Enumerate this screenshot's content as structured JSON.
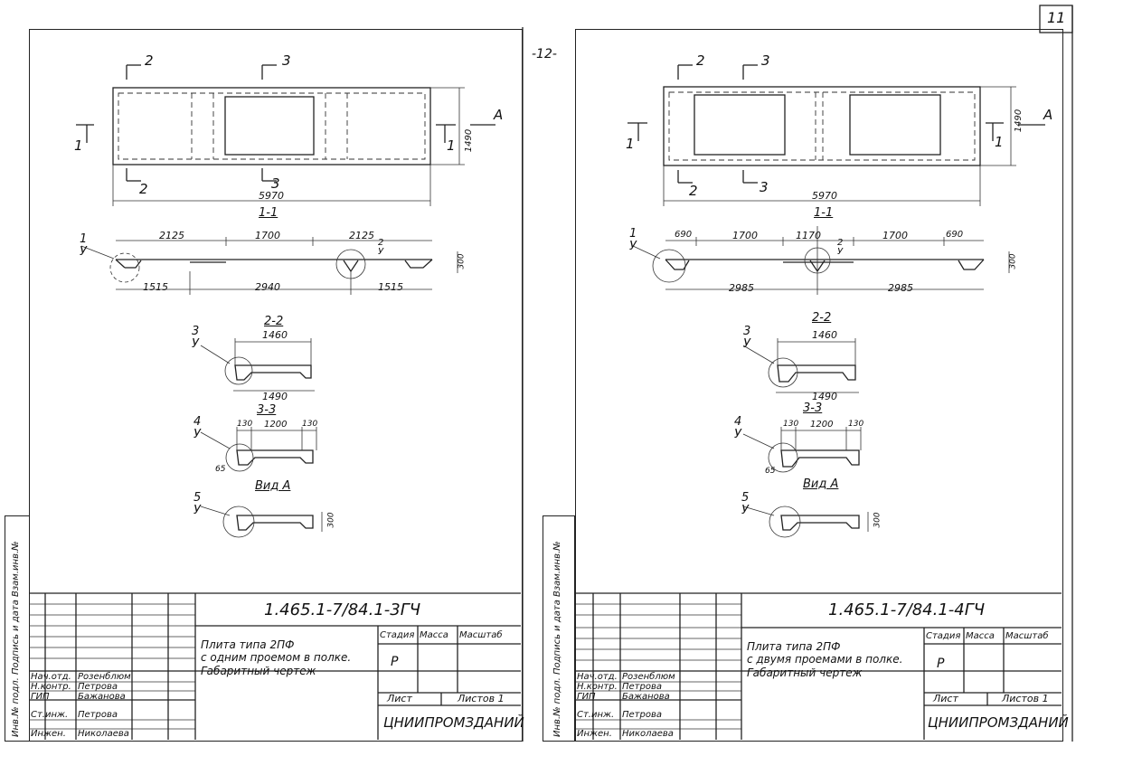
{
  "left_sheet": {
    "doc_code": "1.465.1-7/84.1-3ГЧ",
    "title_lines": [
      "Плита типа 2ПФ",
      "с одним проемом в полке.",
      "Габаритный чертеж"
    ],
    "stage_header": "Стадия",
    "mass_header": "Масса",
    "scale_header": "Масштаб",
    "stage_value": "Р",
    "sheet_label": "Лист",
    "sheets_label": "Листов 1",
    "organization": "ЦНИИПРОМЗДАНИЙ",
    "people": [
      {
        "role": "Нач.отд.",
        "name": "Розенблюм"
      },
      {
        "role": "Н.контр.",
        "name": "Петрова"
      },
      {
        "role": "ГИП",
        "name": "Бажанова"
      },
      {
        "role": "Ст.инж.",
        "name": "Петрова"
      },
      {
        "role": "Инжен.",
        "name": "Николаева"
      }
    ],
    "side_stamp": "Инв.№ подл.   Подпись и дата   Взам.инв.№",
    "dims": {
      "plan_height": "1490",
      "plan_length": "5970",
      "s11_left": "2125",
      "s11_mid": "1700",
      "s11_right": "2125",
      "s11_bot_left": "1515",
      "s11_bot_mid": "2940",
      "s11_bot_right": "1515",
      "s11_height": "300",
      "s22_top": "1460",
      "s22_bot": "1490",
      "s33_a": "130",
      "s33_b": "1200",
      "s33_c": "130",
      "s33_h": "65",
      "viewA_h": "300"
    },
    "labels": {
      "cut1": "1",
      "cut2": "2",
      "cut3": "3",
      "viewA": "А",
      "sec11": "1-1",
      "sec22": "2-2",
      "sec33": "3-3",
      "view_title": "Вид А",
      "node1": "1",
      "node2": "2",
      "node3": "3",
      "node4": "4",
      "node5": "5",
      "node_sub": "У"
    }
  },
  "right_sheet": {
    "page_number": "11",
    "side_page": "-12-",
    "doc_code": "1.465.1-7/84.1-4ГЧ",
    "title_lines": [
      "Плита типа 2ПФ",
      "с двумя проемами в полке.",
      "Габаритный чертеж"
    ],
    "stage_header": "Стадия",
    "mass_header": "Масса",
    "scale_header": "Масштаб",
    "stage_value": "Р",
    "sheet_label": "Лист",
    "sheets_label": "Листов 1",
    "organization": "ЦНИИПРОМЗДАНИЙ",
    "people": [
      {
        "role": "Нач.отд.",
        "name": "Розенблюм"
      },
      {
        "role": "Н.контр.",
        "name": "Петрова"
      },
      {
        "role": "ГИП",
        "name": "Бажанова"
      },
      {
        "role": "Ст.инж.",
        "name": "Петрова"
      },
      {
        "role": "Инжен.",
        "name": "Николаева"
      }
    ],
    "side_stamp": "Инв.№ подл.   Подпись и дата   Взам.инв.№",
    "dims": {
      "plan_height": "1490",
      "plan_length": "5970",
      "s11_a": "690",
      "s11_b": "1700",
      "s11_c": "1170",
      "s11_d": "1700",
      "s11_e": "690",
      "s11_bot_left": "2985",
      "s11_bot_right": "2985",
      "s11_height": "300",
      "s22_top": "1460",
      "s22_bot": "1490",
      "s33_a": "130",
      "s33_b": "1200",
      "s33_c": "130",
      "s33_h": "65",
      "viewA_h": "300"
    },
    "labels": {
      "cut1": "1",
      "cut2": "2",
      "cut3": "3",
      "viewA": "А",
      "sec11": "1-1",
      "sec22": "2-2",
      "sec33": "3-3",
      "view_title": "Вид А",
      "node1": "1",
      "node2": "2",
      "node3": "3",
      "node4": "4",
      "node5": "5",
      "node_sub": "У"
    }
  }
}
